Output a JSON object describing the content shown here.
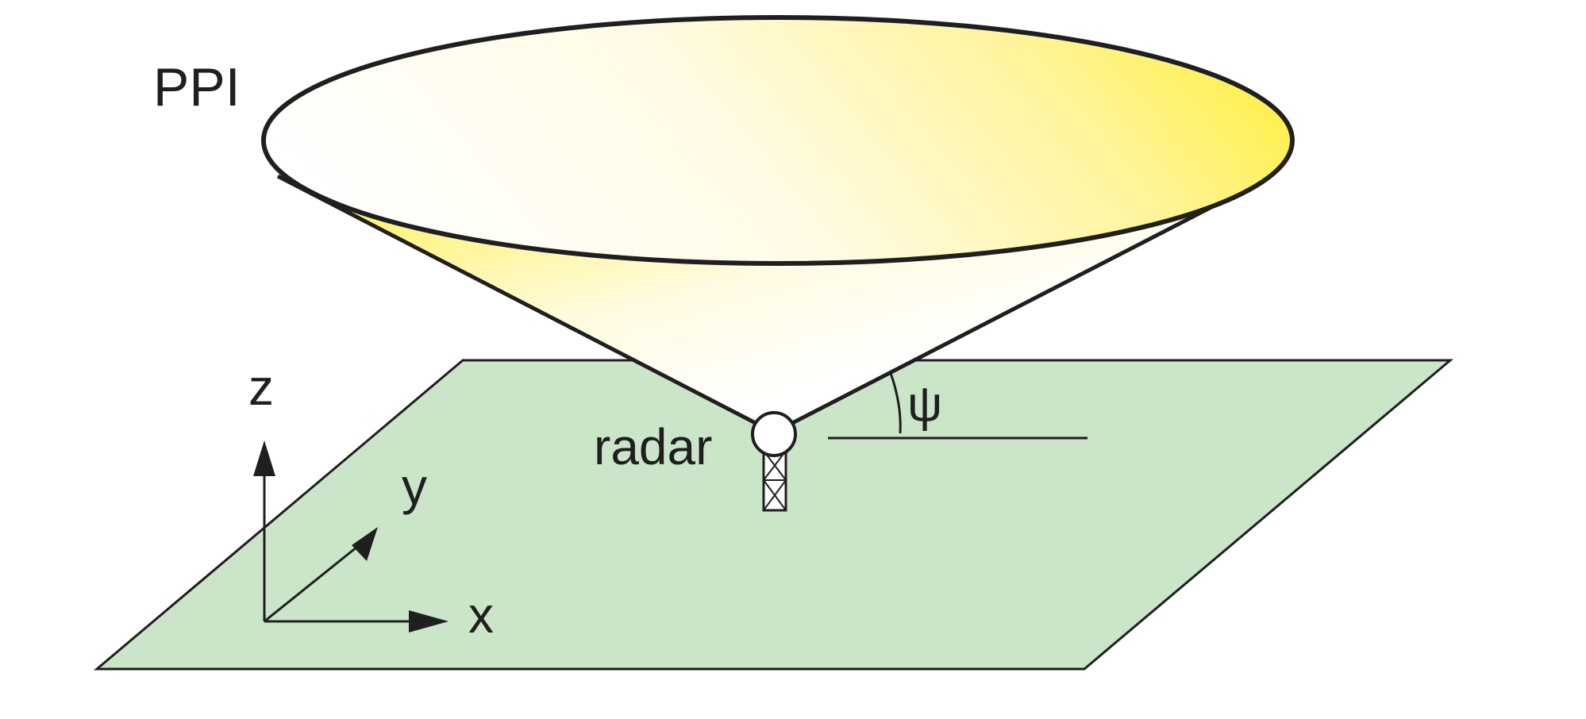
{
  "labels": {
    "scan": "PPI",
    "radar": "radar",
    "elevation": "ψ",
    "axis_x": "x",
    "axis_y": "y",
    "axis_z": "z"
  },
  "colors": {
    "ground": "#cbe5c9",
    "cone_yellow": "#fff04d",
    "cone_light": "#ffffff",
    "stroke": "#1f1f1f",
    "background": "#ffffff"
  }
}
